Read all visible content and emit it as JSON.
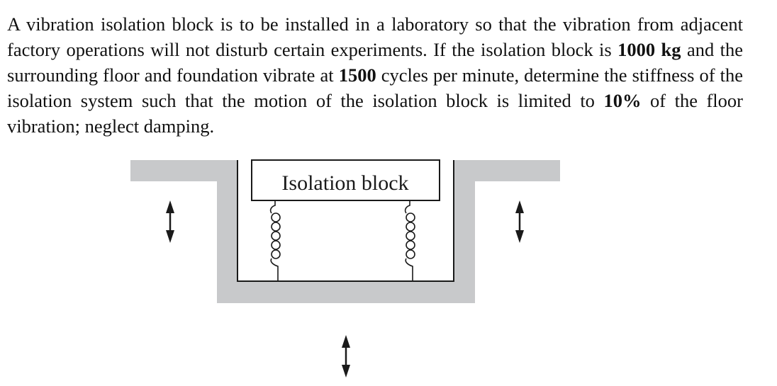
{
  "problem": {
    "text_1": "A vibration isolation block is to be installed in a laboratory so that the vibration from adjacent factory operations will not disturb certain experiments. If the isolation block is ",
    "mass": "1000 kg",
    "text_2": " and the surrounding floor and foundation vibrate at ",
    "frequency": "1500",
    "text_3": " cycles per minute, determine the stiffness of the isolation system such that the motion of the isolation block is limited to ",
    "ratio": "10%",
    "text_4": " of the floor vibration; neglect damping."
  },
  "figure": {
    "block_label": "Isolation block",
    "colors": {
      "floor": "#c8c9cb",
      "line": "#1a1a1a",
      "block_fill": "#ffffff"
    },
    "icons": [
      "double-arrow-icon",
      "spring-icon"
    ]
  }
}
